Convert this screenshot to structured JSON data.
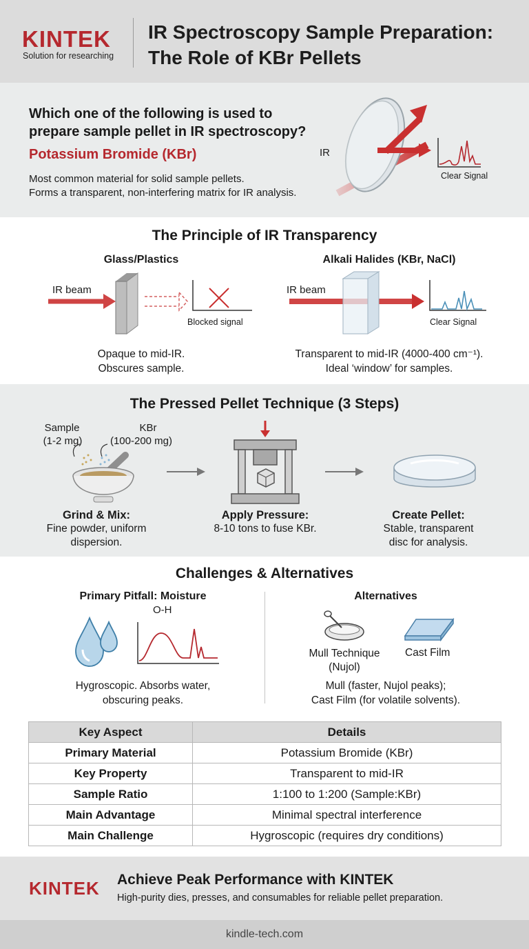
{
  "header": {
    "brand": "KINTEK",
    "tagline": "Solution for researching",
    "title_line1": "IR Spectroscopy Sample Preparation:",
    "title_line2": "The Role of KBr Pellets"
  },
  "intro": {
    "question_line1": "Which one of the following is used to",
    "question_line2": "prepare sample pellet in IR spectroscopy?",
    "answer": "Potassium Bromide (KBr)",
    "desc_line1": "Most common material for solid sample pellets.",
    "desc_line2": "Forms a transparent, non-interfering matrix for IR analysis.",
    "ir_label": "IR",
    "signal_label": "Clear Signal"
  },
  "principle": {
    "title": "The Principle of IR Transparency",
    "left": {
      "heading": "Glass/Plastics",
      "beam_label": "IR beam",
      "signal_label": "Blocked signal",
      "desc_line1": "Opaque to mid-IR.",
      "desc_line2": "Obscures sample."
    },
    "right": {
      "heading": "Alkali Halides (KBr, NaCl)",
      "beam_label": "IR beam",
      "signal_label": "Clear Signal",
      "desc_line1": "Transparent to mid-IR (4000-400 cm⁻¹).",
      "desc_line2": "Ideal ‘window’ for samples."
    }
  },
  "technique": {
    "title": "The Pressed Pellet Technique (3 Steps)",
    "sample_label": "Sample",
    "sample_amount": "(1-2 mg)",
    "kbr_label": "KBr",
    "kbr_amount": "(100-200 mg)",
    "steps": [
      {
        "title": "Grind & Mix:",
        "desc_line1": "Fine powder, uniform",
        "desc_line2": "dispersion."
      },
      {
        "title": "Apply Pressure:",
        "desc_line1": "8-10 tons to fuse KBr.",
        "desc_line2": ""
      },
      {
        "title": "Create Pellet:",
        "desc_line1": "Stable, transparent",
        "desc_line2": "disc for analysis."
      }
    ]
  },
  "challenges": {
    "title": "Challenges & Alternatives",
    "pitfall_heading": "Primary Pitfall: Moisture",
    "oh_label": "O-H",
    "pitfall_desc_line1": "Hygroscopic. Absorbs water,",
    "pitfall_desc_line2": "obscuring peaks.",
    "alt_heading": "Alternatives",
    "mull_label_line1": "Mull Technique",
    "mull_label_line2": "(Nujol)",
    "cast_label": "Cast Film",
    "alt_desc_line1": "Mull (faster, Nujol peaks);",
    "alt_desc_line2": "Cast Film (for volatile solvents)."
  },
  "table": {
    "headers": [
      "Key Aspect",
      "Details"
    ],
    "rows": [
      [
        "Primary Material",
        "Potassium Bromide (KBr)"
      ],
      [
        "Key Property",
        "Transparent to mid-IR"
      ],
      [
        "Sample Ratio",
        "1:100 to 1:200 (Sample:KBr)"
      ],
      [
        "Main Advantage",
        "Minimal spectral interference"
      ],
      [
        "Main Challenge",
        "Hygroscopic (requires dry conditions)"
      ]
    ]
  },
  "cta": {
    "brand": "KINTEK",
    "title": "Achieve Peak Performance with KINTEK",
    "desc": "High-purity dies, presses, and consumables for reliable pellet preparation."
  },
  "footer": {
    "url": "kindle-tech.com"
  },
  "colors": {
    "brand_red": "#b5282e",
    "band_gray": "#eaecec",
    "signal_blue": "#4a90b8"
  }
}
